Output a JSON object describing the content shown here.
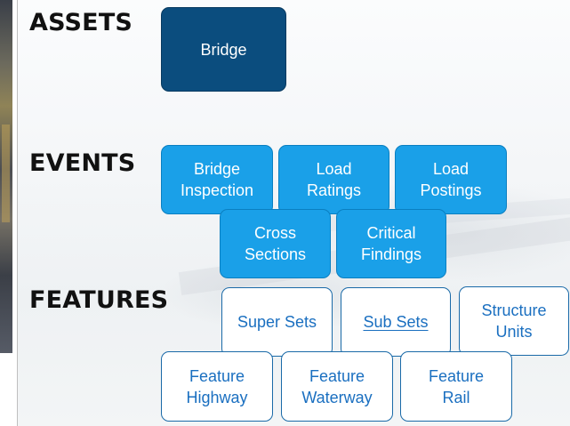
{
  "sections": {
    "assets": {
      "label": "ASSETS",
      "items": [
        "Bridge"
      ]
    },
    "events": {
      "label": "EVENTS",
      "items": [
        "Bridge\nInspection",
        "Load\nRatings",
        "Load\nPostings",
        "Cross\nSections",
        "Critical\nFindings"
      ]
    },
    "features": {
      "label": "FEATURES",
      "items": [
        "Super Sets",
        "Sub Sets",
        "Structure\nUnits",
        "Feature\nHighway",
        "Feature\nWaterway",
        "Feature\nRail"
      ]
    }
  },
  "colors": {
    "asset_fill": "#0b4d7e",
    "event_fill": "#1aa0e8",
    "feature_border": "#1a6aa8",
    "feature_text": "#1a6fc0"
  }
}
